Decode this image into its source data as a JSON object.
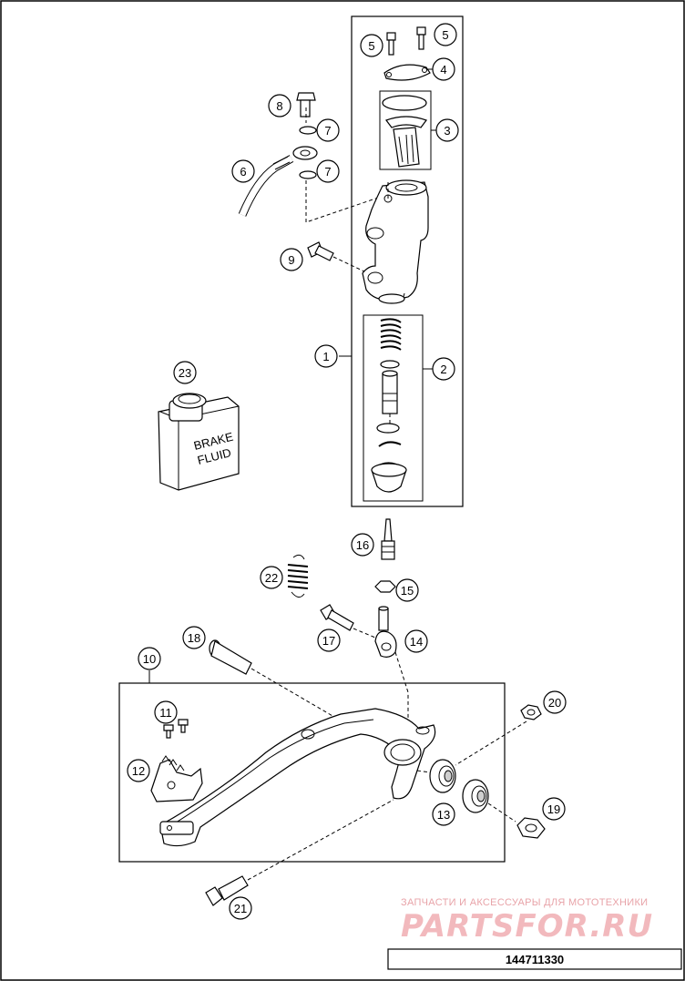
{
  "callouts": [
    {
      "id": "c1",
      "label": "1"
    },
    {
      "id": "c2",
      "label": "2"
    },
    {
      "id": "c3",
      "label": "3"
    },
    {
      "id": "c4",
      "label": "4"
    },
    {
      "id": "c5a",
      "label": "5"
    },
    {
      "id": "c5b",
      "label": "5"
    },
    {
      "id": "c6",
      "label": "6"
    },
    {
      "id": "c7a",
      "label": "7"
    },
    {
      "id": "c7b",
      "label": "7"
    },
    {
      "id": "c8",
      "label": "8"
    },
    {
      "id": "c9",
      "label": "9"
    },
    {
      "id": "c10",
      "label": "10"
    },
    {
      "id": "c11",
      "label": "11"
    },
    {
      "id": "c12",
      "label": "12"
    },
    {
      "id": "c13",
      "label": "13"
    },
    {
      "id": "c14",
      "label": "14"
    },
    {
      "id": "c15",
      "label": "15"
    },
    {
      "id": "c16",
      "label": "16"
    },
    {
      "id": "c17",
      "label": "17"
    },
    {
      "id": "c18",
      "label": "18"
    },
    {
      "id": "c19",
      "label": "19"
    },
    {
      "id": "c20",
      "label": "20"
    },
    {
      "id": "c21",
      "label": "21"
    },
    {
      "id": "c22",
      "label": "22"
    },
    {
      "id": "c23",
      "label": "23"
    }
  ],
  "can_label_line1": "BRAKE",
  "can_label_line2": "FLUID",
  "watermark_line1": "ЗАПЧАСТИ И АКСЕССУАРЫ ДЛЯ МОТОТЕХНИКИ",
  "watermark_logo": "PARTSFOR.RU",
  "diagram_code": "144711330"
}
